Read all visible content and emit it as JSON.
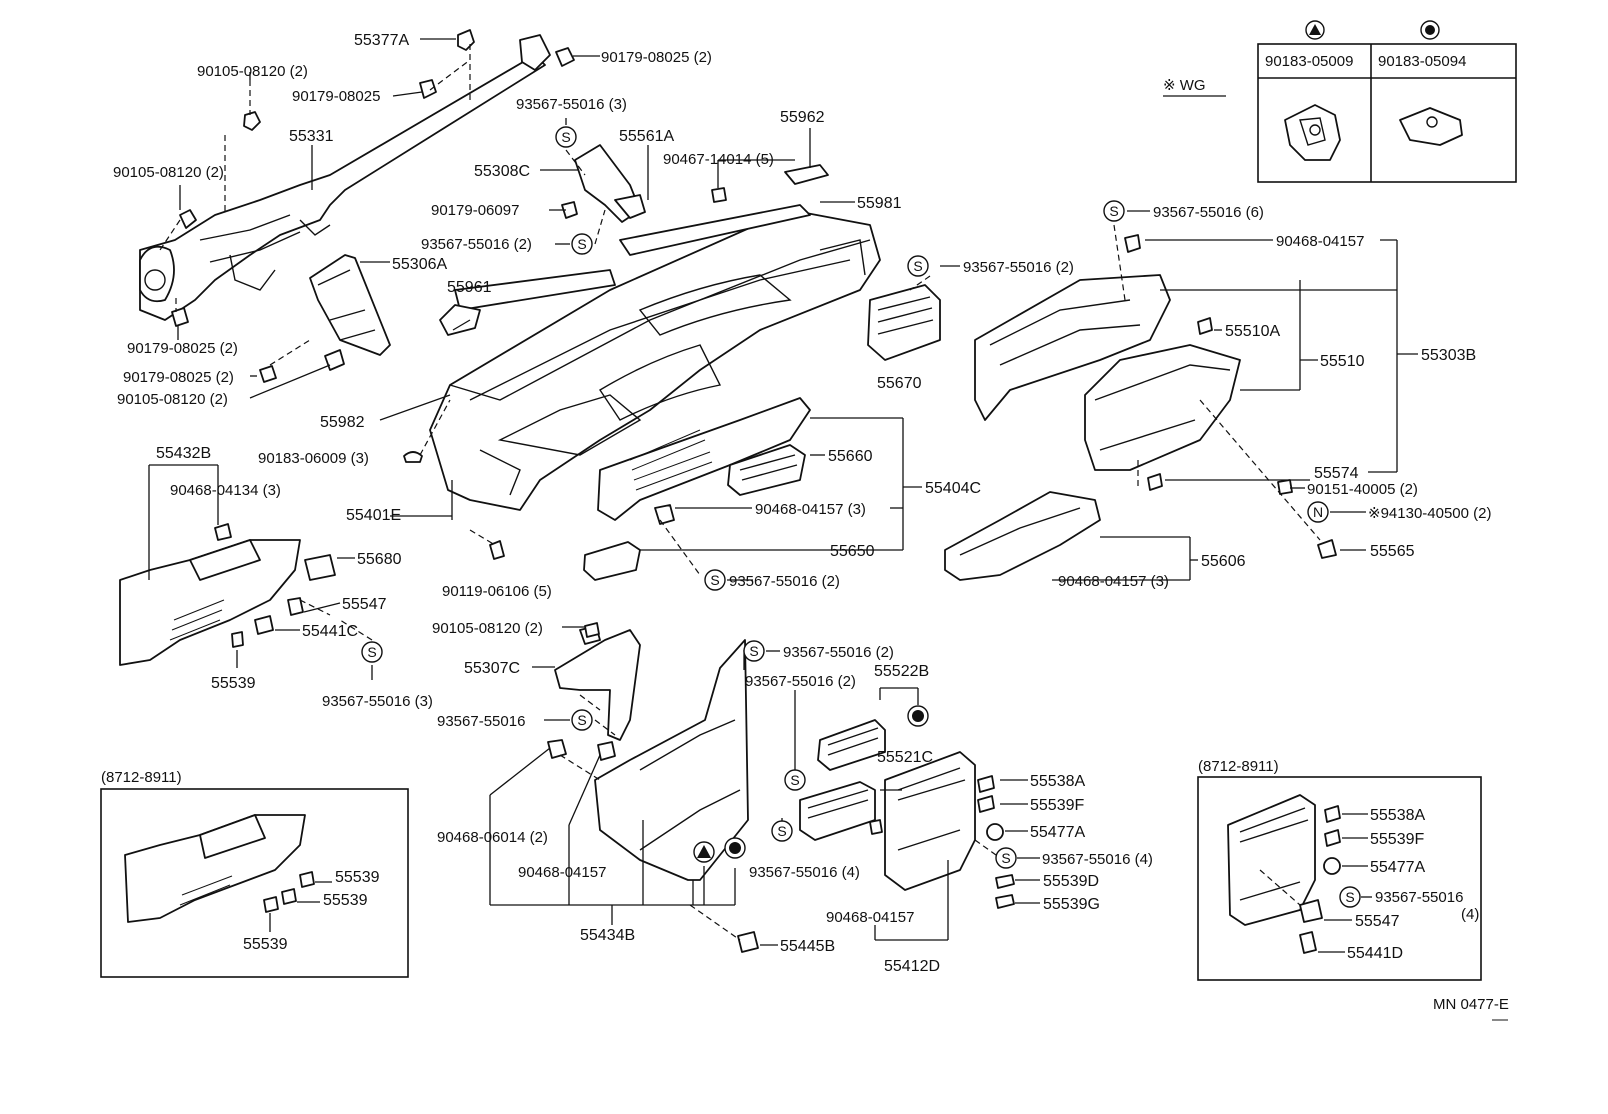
{
  "doc_code": "MN 0477-E",
  "legend": {
    "note": "※ WG",
    "col1": {
      "symbol": "▲",
      "part": "90183-05009"
    },
    "col2": {
      "symbol": "●",
      "part": "90183-05094"
    }
  },
  "inset_left": {
    "range": "(8712-8911)",
    "labels": [
      "55539",
      "55539",
      "55539"
    ]
  },
  "inset_right": {
    "range": "(8712-8911)",
    "labels": [
      "55538A",
      "55539F",
      "55477A",
      "93567-55016",
      "(4)",
      "55547",
      "55441D"
    ]
  },
  "labels": [
    "55377A",
    "90179-08025 (2)",
    "90105-08120 (2)",
    "90179-08025",
    "93567-55016 (3)",
    "55331",
    "55561A",
    "55962",
    "55308C",
    "90467-14014 (5)",
    "90105-08120 (2)",
    "55981",
    "90179-06097",
    "93567-55016 (2)",
    "55306A",
    "55961",
    "93567-55016 (2)",
    "90179-08025 (2)",
    "90179-08025 (2)",
    "90105-08120 (2)",
    "55670",
    "55982",
    "90183-06009 (3)",
    "55432B",
    "90468-04134 (3)",
    "55401E",
    "55660",
    "55404C",
    "90468-04157 (3)",
    "55650",
    "55680",
    "55547",
    "55441C",
    "90119-06106 (5)",
    "93567-55016 (2)",
    "55539",
    "93567-55016 (3)",
    "90105-08120 (2)",
    "55307C",
    "93567-55016",
    "93567-55016 (2)",
    "93567-55016 (6)",
    "90468-04157",
    "55510A",
    "55510",
    "55303B",
    "55574",
    "90151-40005 (2)",
    "※94130-40500 (2)",
    "55565",
    "55606",
    "90468-04157 (3)",
    "93567-55016 (2)",
    "55522B",
    "55521C",
    "55538A",
    "55539F",
    "55477A",
    "93567-55016 (4)",
    "55539D",
    "55539G",
    "90468-06014 (2)",
    "90468-04157",
    "93567-55016 (4)",
    "90468-04157",
    "55434B",
    "55445B",
    "55412D"
  ]
}
